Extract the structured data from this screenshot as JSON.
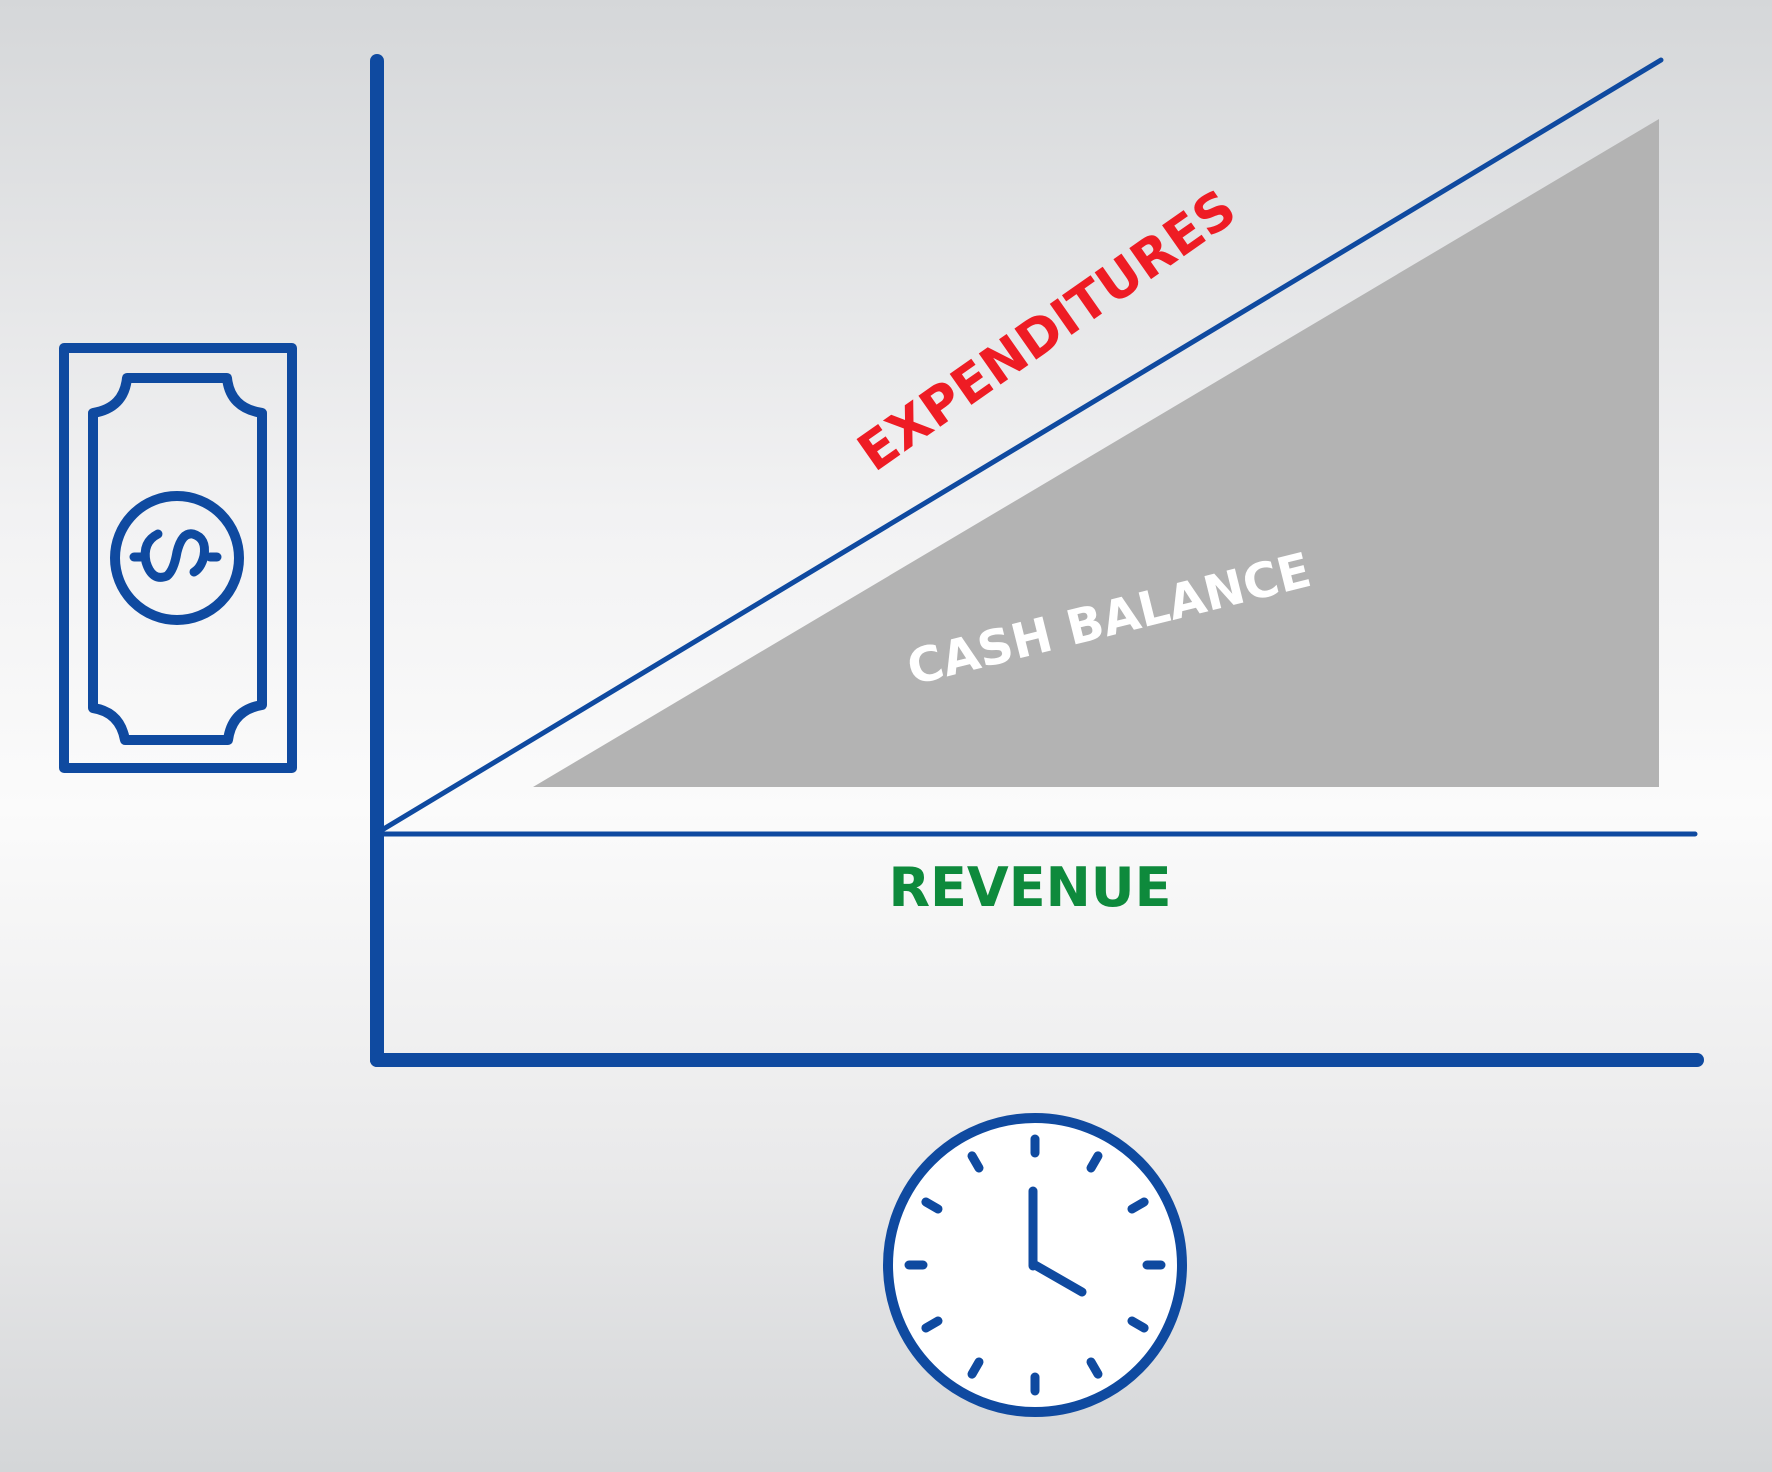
{
  "labels": {
    "expenditures": "EXPENDITURES",
    "cash_balance": "CASH BALANCE",
    "revenue": "REVENUE"
  },
  "icons": {
    "money": "dollar-bill-icon",
    "time": "clock-icon"
  },
  "colors": {
    "axis": "#0f4aa0",
    "expenditures": "#ee1c24",
    "revenue": "#0e8a3c",
    "cash_balance_fill": "#b3b3b3",
    "cash_balance_text": "#ffffff",
    "clock_face": "#ffffff"
  }
}
